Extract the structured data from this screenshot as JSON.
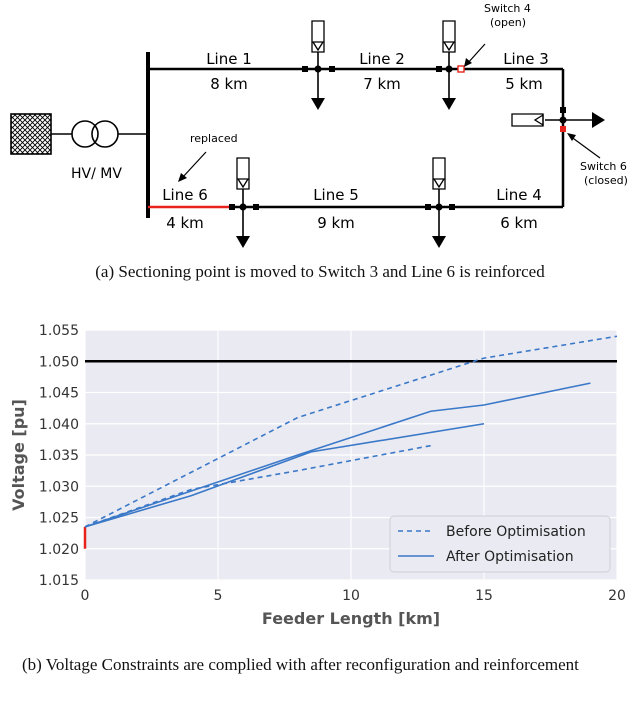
{
  "diagram": {
    "transformer_label": "HV/ MV",
    "replaced_label": "replaced",
    "switch4_label_line1": "Switch 4",
    "switch4_label_line2": "(open)",
    "switch6_label_line1": "Switch 6",
    "switch6_label_line2": "(closed)",
    "lines": [
      {
        "name": "Line 1",
        "length": "8 km"
      },
      {
        "name": "Line 2",
        "length": "7 km"
      },
      {
        "name": "Line 3",
        "length": "5 km"
      },
      {
        "name": "Line 4",
        "length": "6 km"
      },
      {
        "name": "Line 5",
        "length": "9 km"
      },
      {
        "name": "Line 6",
        "length": "4 km"
      }
    ],
    "colors": {
      "line": "#000000",
      "replaced": "#e8231b",
      "open_switch": "#e8231b"
    }
  },
  "caption_a": "(a) Sectioning point is moved to Switch 3 and Line 6 is reinforced",
  "chart_data": {
    "type": "line",
    "xlabel": "Feeder Length [km]",
    "ylabel": "Voltage [pu]",
    "xlim": [
      0,
      20
    ],
    "ylim": [
      1.015,
      1.055
    ],
    "xticks": [
      0,
      5,
      10,
      15,
      20
    ],
    "yticks": [
      1.015,
      1.02,
      1.025,
      1.03,
      1.035,
      1.04,
      1.045,
      1.05,
      1.055
    ],
    "grid": true,
    "legend_position": "bottom-right",
    "limit_line": {
      "y": 1.05,
      "color": "#000000"
    },
    "red_segment": {
      "x": 0,
      "y": [
        1.02,
        1.0235
      ],
      "color": "#e8231b"
    },
    "series": [
      {
        "name": "Before Optimisation",
        "style": "dashed",
        "color": "#3a78c8",
        "x": [
          0,
          8,
          15,
          20
        ],
        "y": [
          1.0235,
          1.041,
          1.0505,
          1.054
        ]
      },
      {
        "name": "",
        "style": "dashed",
        "color": "#3a78c8",
        "x": [
          0,
          4,
          8,
          13
        ],
        "y": [
          1.0235,
          1.0295,
          1.0325,
          1.0365
        ]
      },
      {
        "name": "After Optimisation",
        "style": "solid",
        "color": "#3a78c8",
        "x": [
          0,
          8,
          13,
          15,
          19
        ],
        "y": [
          1.0235,
          1.035,
          1.042,
          1.043,
          1.0465
        ]
      },
      {
        "name": "",
        "style": "solid",
        "color": "#3a78c8",
        "x": [
          0,
          4,
          8.5,
          15
        ],
        "y": [
          1.0235,
          1.0285,
          1.0355,
          1.04
        ]
      }
    ],
    "legend": [
      {
        "label": "Before Optimisation",
        "style": "dashed"
      },
      {
        "label": "After Optimisation",
        "style": "solid"
      }
    ]
  },
  "caption_b": "(b) Voltage Constraints are complied with after reconfiguration and reinforcement"
}
